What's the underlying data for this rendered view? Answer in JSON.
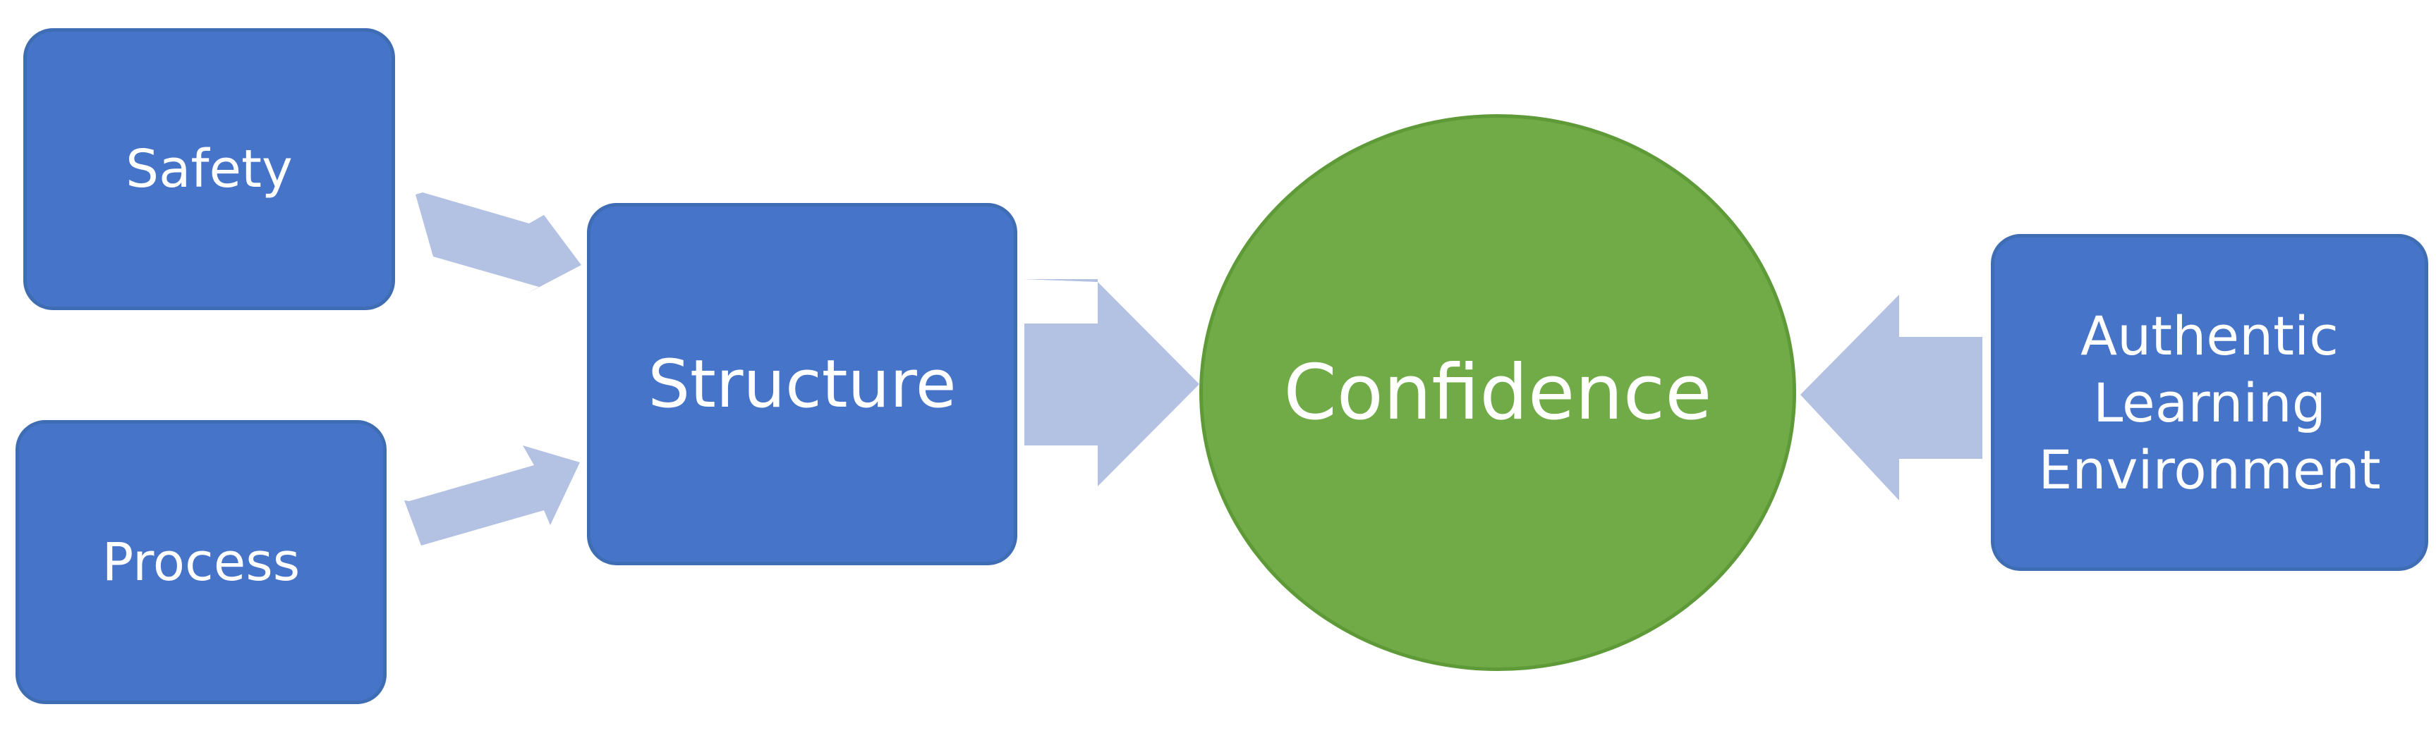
{
  "nodes": {
    "safety": "Safety",
    "process": "Process",
    "structure": "Structure",
    "confidence": "Confidence",
    "authentic": "Authentic\nLearning\nEnvironment"
  },
  "edges": [
    {
      "from": "safety",
      "to": "structure"
    },
    {
      "from": "process",
      "to": "structure"
    },
    {
      "from": "structure",
      "to": "confidence"
    },
    {
      "from": "authentic",
      "to": "confidence"
    }
  ],
  "colors": {
    "box_fill": "#4674c8",
    "circle_fill": "#71ab47",
    "arrow_fill": "#b3c1e2",
    "text": "#ffffff"
  }
}
